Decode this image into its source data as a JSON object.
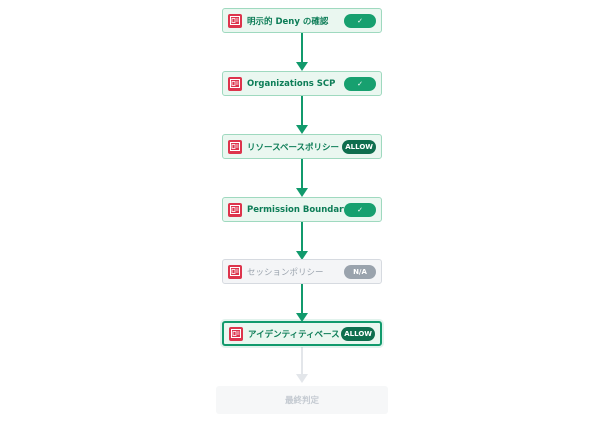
{
  "steps": [
    {
      "label": "明示的 Deny の確認",
      "badge": "✓",
      "icon": "iam-policy-icon"
    },
    {
      "label": "Organizations SCP",
      "badge": "✓",
      "icon": "iam-policy-icon"
    },
    {
      "label": "リソースベースポリシー",
      "badge": "ALLOW",
      "icon": "iam-policy-icon"
    },
    {
      "label": "Permission Boundary",
      "badge": "✓",
      "icon": "iam-policy-icon"
    },
    {
      "label": "セッションポリシー",
      "badge": "N/A",
      "icon": "iam-policy-icon"
    },
    {
      "label": "アイデンティティベース",
      "badge": "ALLOW",
      "icon": "iam-policy-icon"
    }
  ],
  "final": {
    "label": "最終判定"
  },
  "colors": {
    "accent": "#119a6c",
    "step_bg": "#eaf7f0",
    "icon_red": "#dd344c",
    "na_gray": "#9aa3ad"
  }
}
